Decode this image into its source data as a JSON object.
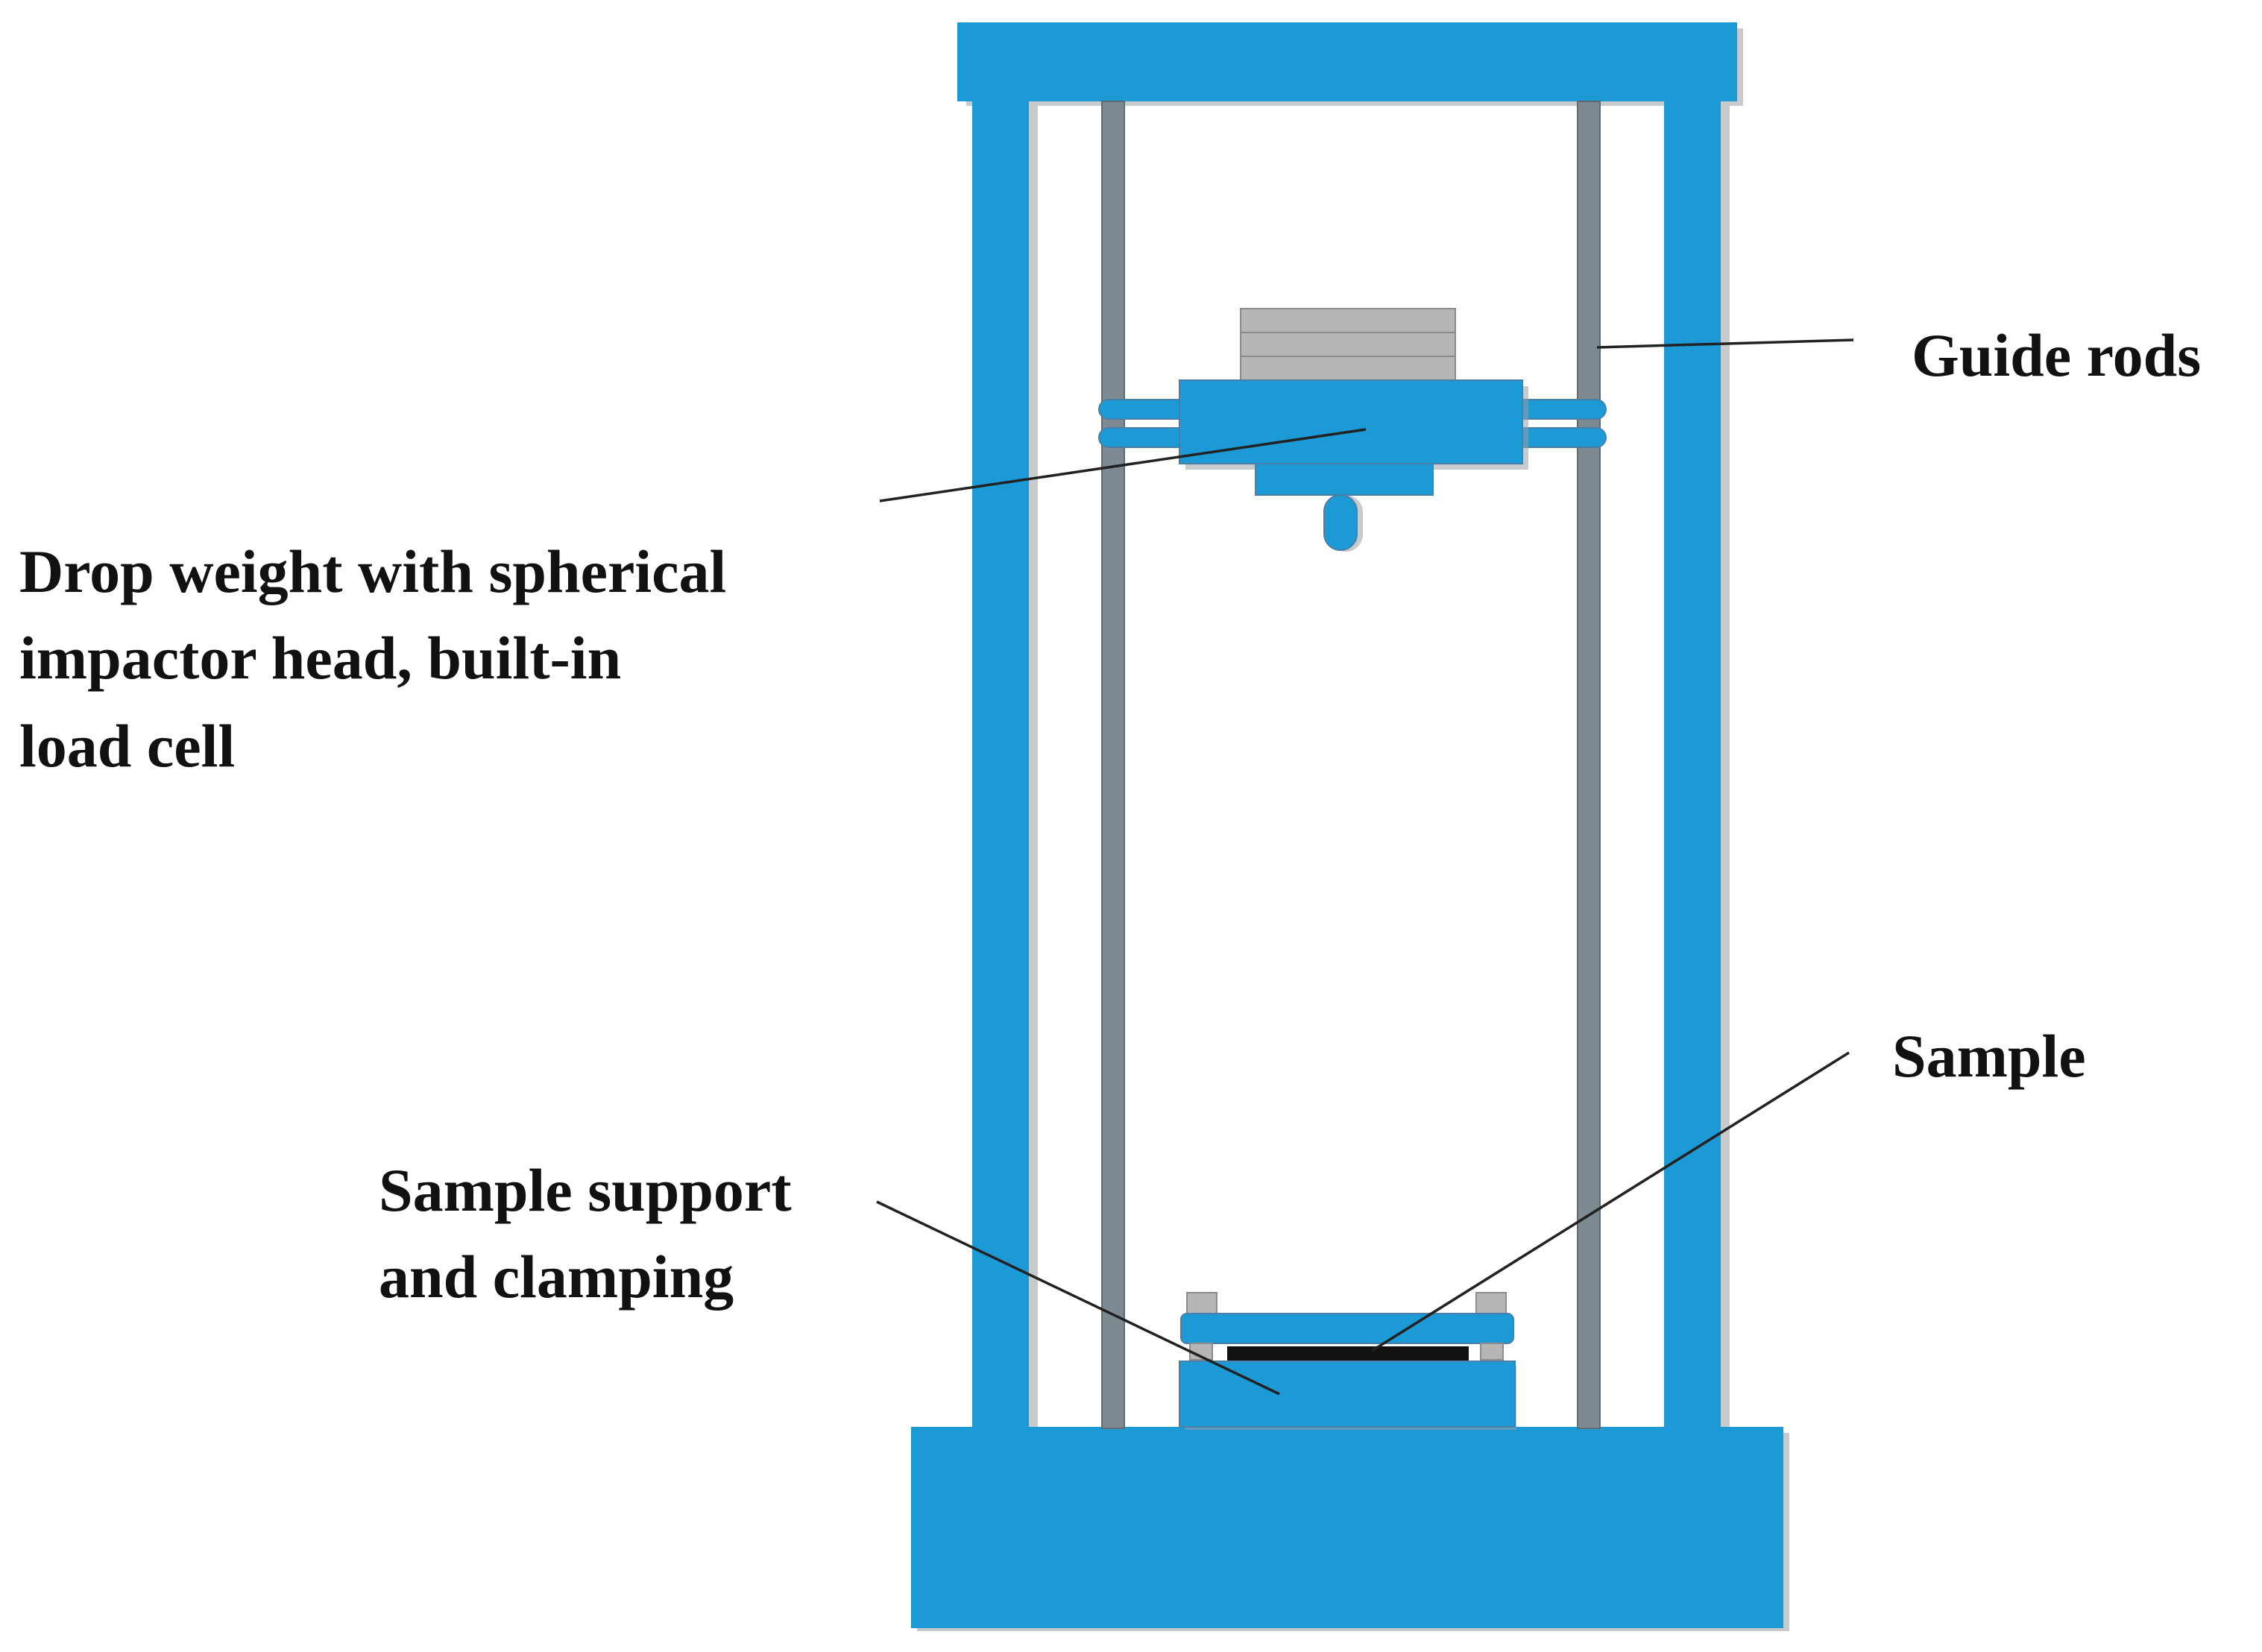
{
  "labels": {
    "guide_rods": "Guide rods",
    "drop_weight_line1": "Drop weight with spherical",
    "drop_weight_line2": "impactor head, built-in",
    "drop_weight_line3": "load cell",
    "sample": "Sample",
    "support_line1": "Sample support",
    "support_line2": "and clamping"
  },
  "colors": {
    "frame_blue": "#1c9ad6",
    "guide_rod_grey": "#7d8a92",
    "weight_plates_grey": "#b5b5b5",
    "sample_black": "#111111"
  }
}
